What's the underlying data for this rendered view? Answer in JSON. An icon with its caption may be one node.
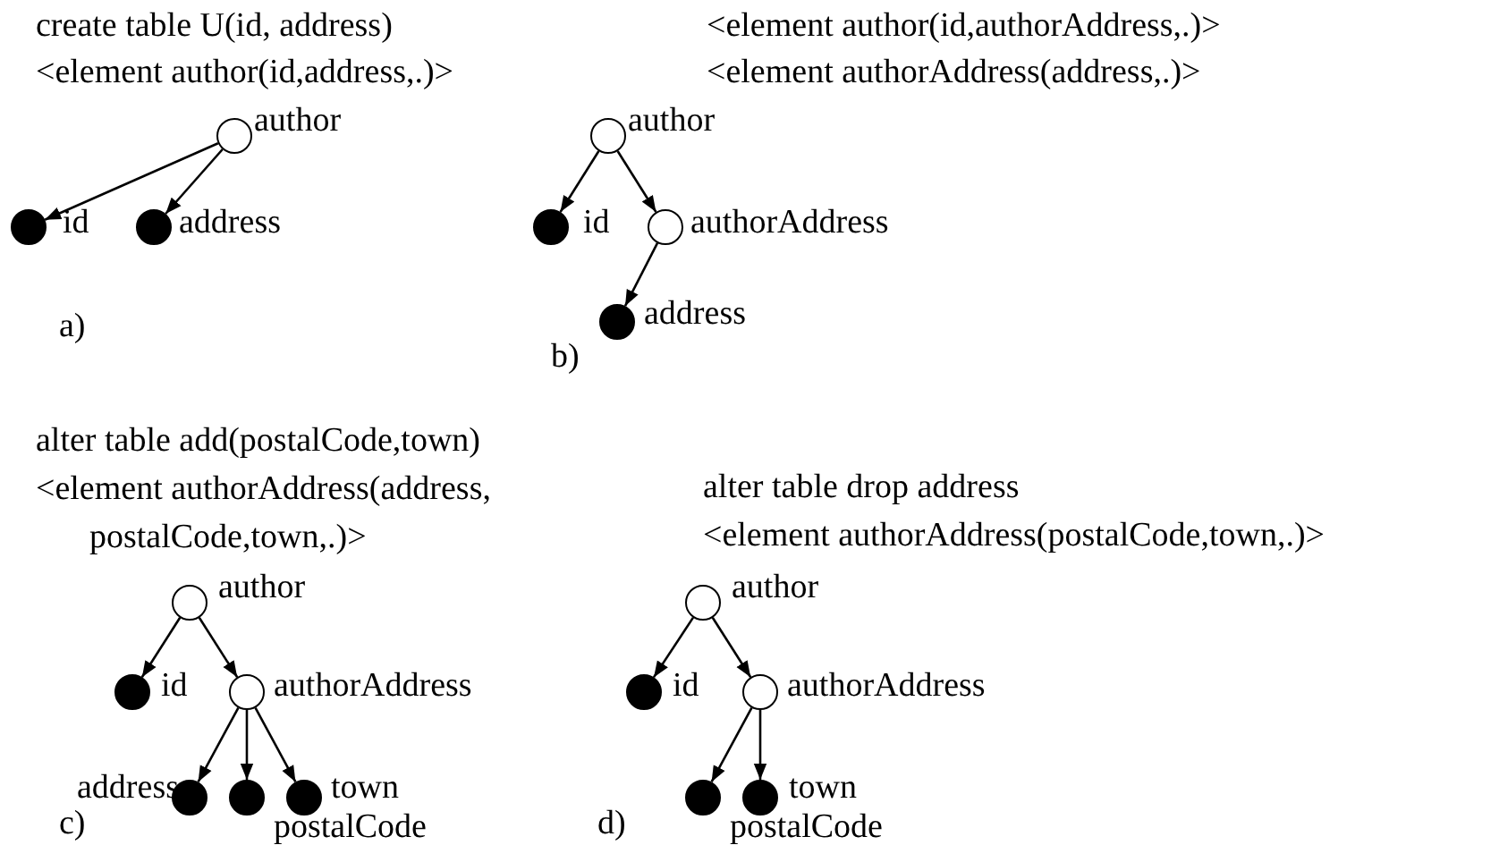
{
  "diagram": {
    "nodes": [
      {
        "text": [],
        "shape": "circle",
        "beside": [
          "author"
        ]
      },
      {
        "text": [],
        "shape": "dot",
        "beside": [
          "id"
        ]
      },
      {
        "text": [],
        "shape": "dot",
        "beside": [
          "address"
        ]
      },
      {
        "text": [],
        "shape": "circle",
        "beside": [
          "author"
        ]
      },
      {
        "text": [],
        "shape": "dot",
        "beside": [
          "id"
        ]
      },
      {
        "text": [],
        "shape": "circle",
        "beside": [
          "authorAddress"
        ]
      },
      {
        "text": [],
        "shape": "dot",
        "beside": [
          "address"
        ]
      },
      {
        "text": [],
        "shape": "circle",
        "beside": [
          "author"
        ]
      },
      {
        "text": [],
        "shape": "dot",
        "beside": [
          "id"
        ]
      },
      {
        "text": [],
        "shape": "circle",
        "beside": [
          "authorAddress"
        ]
      },
      {
        "text": [],
        "shape": "dot",
        "beside": [
          "address"
        ]
      },
      {
        "text": [],
        "shape": "dot",
        "beside": [
          "postalCode"
        ]
      },
      {
        "text": [],
        "shape": "dot",
        "beside": [
          "town"
        ]
      },
      {
        "text": [],
        "shape": "circle",
        "beside": [
          "author"
        ]
      },
      {
        "text": [],
        "shape": "dot",
        "beside": [
          "id"
        ]
      },
      {
        "text": [],
        "shape": "circle",
        "beside": [
          "authorAddress"
        ]
      },
      {
        "text": [],
        "shape": "dot",
        "beside": [
          "postalCode"
        ]
      },
      {
        "text": [],
        "shape": "dot",
        "beside": [
          "town"
        ]
      }
    ],
    "edges": [
      {
        "from": 0,
        "to": 1,
        "arrow": "to"
      },
      {
        "from": 0,
        "to": 2,
        "arrow": "to"
      },
      {
        "from": 3,
        "to": 4,
        "arrow": "to"
      },
      {
        "from": 3,
        "to": 5,
        "arrow": "to"
      },
      {
        "from": 5,
        "to": 6,
        "arrow": "to"
      },
      {
        "from": 7,
        "to": 8,
        "arrow": "to"
      },
      {
        "from": 7,
        "to": 9,
        "arrow": "to"
      },
      {
        "from": 9,
        "to": 10,
        "arrow": "to"
      },
      {
        "from": 9,
        "to": 11,
        "arrow": "to"
      },
      {
        "from": 9,
        "to": 12,
        "arrow": "to"
      },
      {
        "from": 13,
        "to": 14,
        "arrow": "to"
      },
      {
        "from": 13,
        "to": 15,
        "arrow": "to"
      },
      {
        "from": 15,
        "to": 16,
        "arrow": "to"
      },
      {
        "from": 15,
        "to": 17,
        "arrow": "to"
      }
    ],
    "labels": [
      "create table U(id, address)",
      "<element author(id,address,.)>",
      "<element author(id,authorAddress,.)>",
      "<element authorAddress(address,.)>",
      "a)",
      "b)",
      "alter table add(postalCode,town)",
      "<element authorAddress(address, postalCode,town,.)>",
      "alter table drop address",
      "<element authorAddress(postalCode,town,.)>",
      "c)",
      "d)"
    ]
  }
}
